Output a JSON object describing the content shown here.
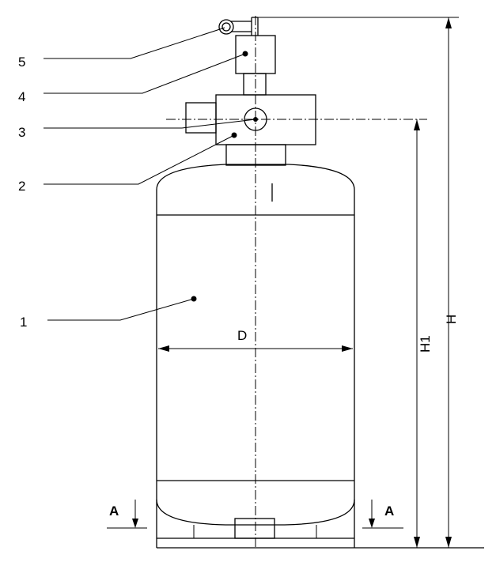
{
  "callouts": {
    "n1": "1",
    "n2": "2",
    "n3": "3",
    "n4": "4",
    "n5": "5"
  },
  "dimensions": {
    "diameter": "D",
    "height_total": "H",
    "height_axis": "H1"
  },
  "section": {
    "left": "A",
    "right": "A"
  }
}
